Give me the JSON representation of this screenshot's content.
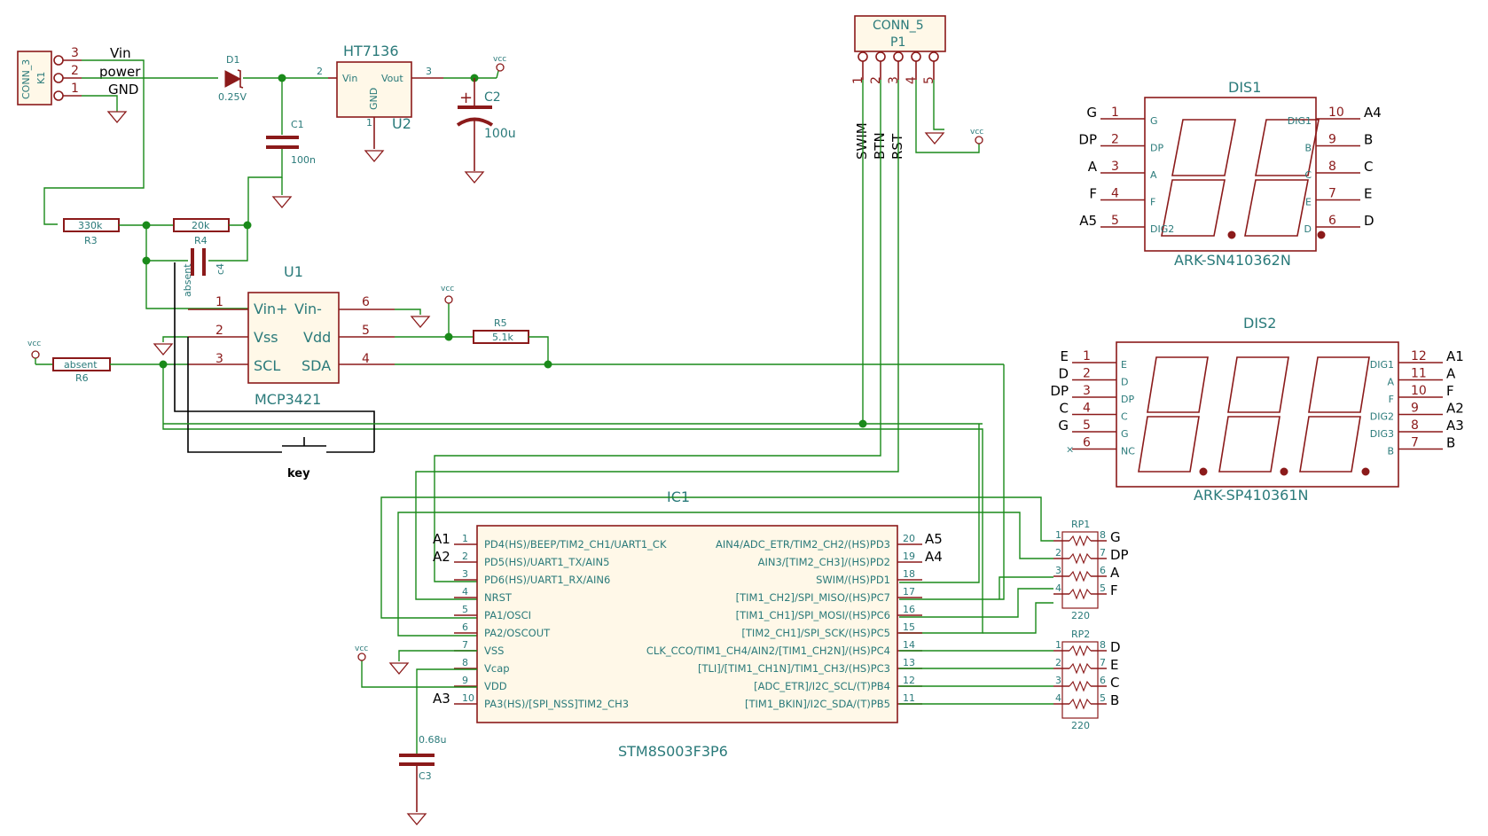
{
  "k1": {
    "name": "CONN_3",
    "ref": "K1",
    "pins": [
      "3",
      "2",
      "1"
    ],
    "labels": [
      "Vin",
      "power",
      "GND"
    ]
  },
  "d1": {
    "ref": "D1",
    "value": "0.25V"
  },
  "u2": {
    "name": "HT7136",
    "ref": "U2",
    "vin": "Vin",
    "vout": "Vout",
    "gnd": "GND",
    "p1": "1",
    "p2": "2",
    "p3": "3"
  },
  "c1": {
    "ref": "C1",
    "value": "100n"
  },
  "c2": {
    "ref": "C2",
    "value": "100u"
  },
  "c3": {
    "ref": "C3",
    "value": "0.68u"
  },
  "c4": {
    "ref": "c4",
    "value": "absent"
  },
  "r3": {
    "ref": "R3",
    "value": "330k"
  },
  "r4": {
    "ref": "R4",
    "value": "20k"
  },
  "r5": {
    "ref": "R5",
    "value": "5.1k"
  },
  "r6": {
    "ref": "R6",
    "value": "absent"
  },
  "vcc": "vcc",
  "p1": {
    "name": "CONN_5",
    "ref": "P1",
    "pins": [
      "1",
      "2",
      "3",
      "4",
      "5"
    ],
    "nets": [
      "SWIM",
      "BTN",
      "RST"
    ]
  },
  "u1": {
    "ref": "U1",
    "name": "MCP3421",
    "left": [
      {
        "num": "1",
        "label": "Vin+"
      },
      {
        "num": "2",
        "label": "Vss"
      },
      {
        "num": "3",
        "label": "SCL"
      }
    ],
    "right": [
      {
        "num": "6",
        "label": "Vin-"
      },
      {
        "num": "5",
        "label": "Vdd"
      },
      {
        "num": "4",
        "label": "SDA"
      }
    ]
  },
  "key": "key",
  "ic1": {
    "ref": "IC1",
    "name": "STM8S003F3P6",
    "left": [
      {
        "num": "1",
        "label": "PD4(HS)/BEEP/TIM2_CH1/UART1_CK",
        "net": "A1"
      },
      {
        "num": "2",
        "label": "PD5(HS)/UART1_TX/AIN5",
        "net": "A2"
      },
      {
        "num": "3",
        "label": "PD6(HS)/UART1_RX/AIN6",
        "net": ""
      },
      {
        "num": "4",
        "label": "NRST",
        "net": ""
      },
      {
        "num": "5",
        "label": "PA1/OSCI",
        "net": ""
      },
      {
        "num": "6",
        "label": "PA2/OSCOUT",
        "net": ""
      },
      {
        "num": "7",
        "label": "VSS",
        "net": ""
      },
      {
        "num": "8",
        "label": "Vcap",
        "net": ""
      },
      {
        "num": "9",
        "label": "VDD",
        "net": ""
      },
      {
        "num": "10",
        "label": "PA3(HS)/[SPI_NSS]TIM2_CH3",
        "net": "A3"
      }
    ],
    "right": [
      {
        "num": "20",
        "label": "AIN4/ADC_ETR/TIM2_CH2/(HS)PD3",
        "net": "A5"
      },
      {
        "num": "19",
        "label": "AIN3/[TIM2_CH3]/(HS)PD2",
        "net": "A4"
      },
      {
        "num": "18",
        "label": "SWIM/(HS)PD1",
        "net": ""
      },
      {
        "num": "17",
        "label": "[TIM1_CH2]/SPI_MISO/(HS)PC7",
        "net": ""
      },
      {
        "num": "16",
        "label": "[TIM1_CH1]/SPI_MOSI/(HS)PC6",
        "net": ""
      },
      {
        "num": "15",
        "label": "[TIM2_CH1]/SPI_SCK/(HS)PC5",
        "net": ""
      },
      {
        "num": "14",
        "label": "CLK_CCO/TIM1_CH4/AIN2/[TIM1_CH2N]/(HS)PC4",
        "net": ""
      },
      {
        "num": "13",
        "label": "[TLI]/[TIM1_CH1N]/TIM1_CH3/(HS)PC3",
        "net": ""
      },
      {
        "num": "12",
        "label": "[ADC_ETR]/I2C_SCL/(T)PB4",
        "net": ""
      },
      {
        "num": "11",
        "label": "[TIM1_BKIN]/I2C_SDA/(T)PB5",
        "net": ""
      }
    ]
  },
  "rp1": {
    "ref": "RP1",
    "value": "220",
    "left": [
      "1",
      "2",
      "3",
      "4"
    ],
    "right": [
      "8",
      "7",
      "6",
      "5"
    ],
    "nets": [
      "G",
      "DP",
      "A",
      "F"
    ]
  },
  "rp2": {
    "ref": "RP2",
    "value": "220",
    "left": [
      "1",
      "2",
      "3",
      "4"
    ],
    "right": [
      "8",
      "7",
      "6",
      "5"
    ],
    "nets": [
      "D",
      "E",
      "C",
      "B"
    ]
  },
  "dis1": {
    "ref": "DIS1",
    "name": "ARK-SN410362N",
    "left": [
      {
        "num": "1",
        "label": "G",
        "net": "G"
      },
      {
        "num": "2",
        "label": "DP",
        "net": "DP"
      },
      {
        "num": "3",
        "label": "A",
        "net": "A"
      },
      {
        "num": "4",
        "label": "F",
        "net": "F"
      },
      {
        "num": "5",
        "label": "DIG2",
        "net": "A5"
      }
    ],
    "right": [
      {
        "num": "10",
        "label": "DIG1",
        "net": "A4"
      },
      {
        "num": "9",
        "label": "B",
        "net": "B"
      },
      {
        "num": "8",
        "label": "C",
        "net": "C"
      },
      {
        "num": "7",
        "label": "E",
        "net": "E"
      },
      {
        "num": "6",
        "label": "D",
        "net": "D"
      }
    ]
  },
  "dis2": {
    "ref": "DIS2",
    "name": "ARK-SP410361N",
    "left": [
      {
        "num": "1",
        "label": "E",
        "net": "E"
      },
      {
        "num": "2",
        "label": "D",
        "net": "D"
      },
      {
        "num": "3",
        "label": "DP",
        "net": "DP"
      },
      {
        "num": "4",
        "label": "C",
        "net": "C"
      },
      {
        "num": "5",
        "label": "G",
        "net": "G"
      },
      {
        "num": "6",
        "label": "NC",
        "net": ""
      }
    ],
    "right": [
      {
        "num": "12",
        "label": "DIG1",
        "net": "A1"
      },
      {
        "num": "11",
        "label": "A",
        "net": "A"
      },
      {
        "num": "10",
        "label": "F",
        "net": "F"
      },
      {
        "num": "9",
        "label": "DIG2",
        "net": "A2"
      },
      {
        "num": "8",
        "label": "DIG3",
        "net": "A3"
      },
      {
        "num": "7",
        "label": "B",
        "net": "B"
      }
    ]
  },
  "colors": {
    "component": "#8B1A1A",
    "wire": "#1a8a1a",
    "text": "#2a7a7a",
    "chip_fill": "#fff8e8"
  }
}
